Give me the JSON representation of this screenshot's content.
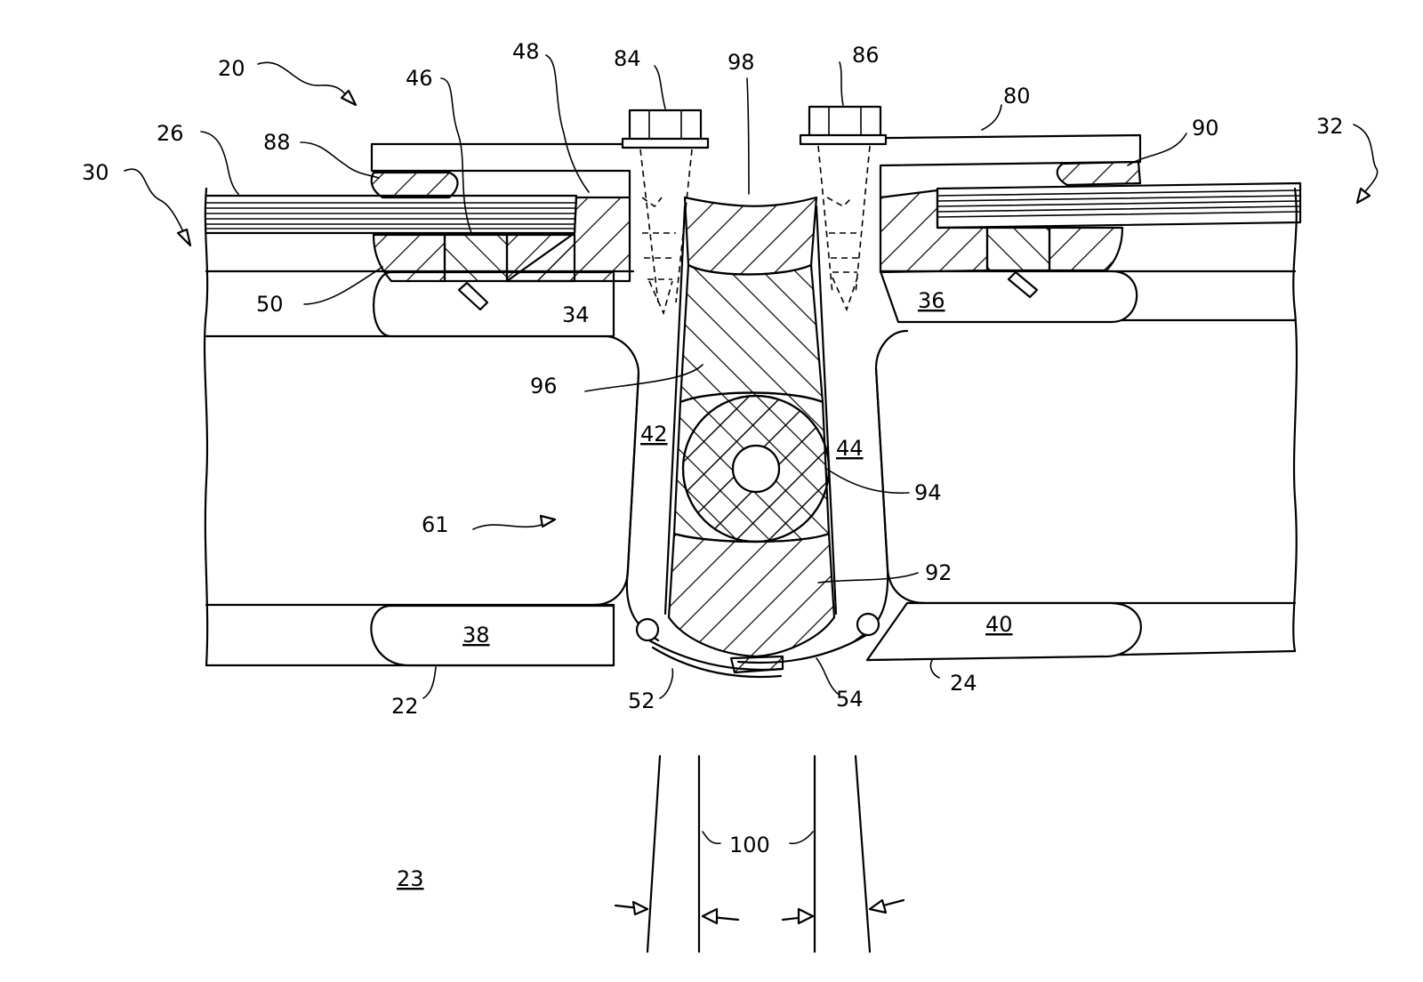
{
  "labels": {
    "n20": "20",
    "n22": "22",
    "n23": "23",
    "n24": "24",
    "n26": "26",
    "n30": "30",
    "n32": "32",
    "n34": "34",
    "n36": "36",
    "n38": "38",
    "n40": "40",
    "n42": "42",
    "n44": "44",
    "n46": "46",
    "n48": "48",
    "n50": "50",
    "n52": "52",
    "n54": "54",
    "n61": "61",
    "n80": "80",
    "n84": "84",
    "n86": "86",
    "n88": "88",
    "n90": "90",
    "n92": "92",
    "n94": "94",
    "n96": "96",
    "n98": "98",
    "n100": "100"
  }
}
